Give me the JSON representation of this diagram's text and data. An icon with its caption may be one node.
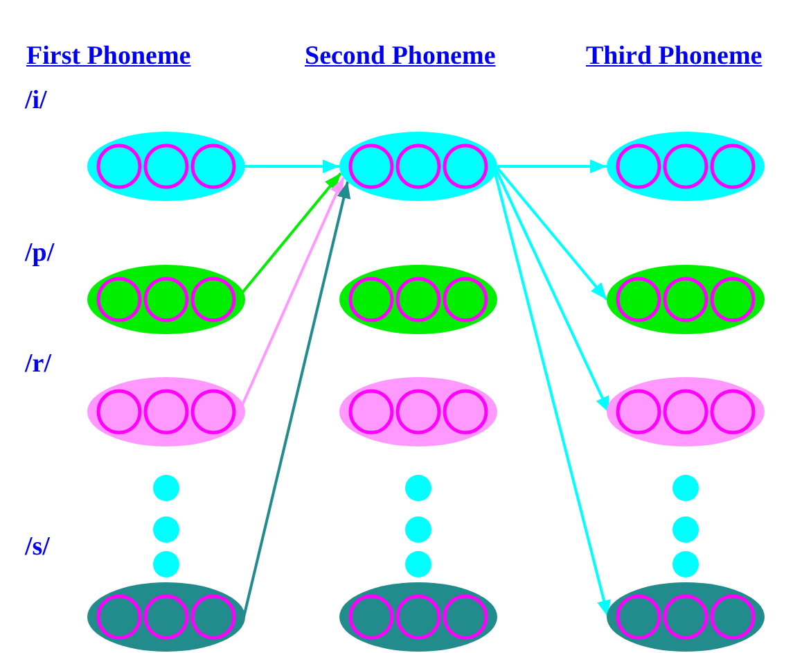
{
  "diagram": {
    "nodes": [
      {
        "text": [],
        "shape": "ellipse"
      },
      {
        "text": [],
        "shape": "ellipse"
      },
      {
        "text": [],
        "shape": "ellipse"
      },
      {
        "text": [],
        "shape": "ellipse"
      },
      {
        "text": [],
        "shape": "ellipse"
      },
      {
        "text": [],
        "shape": "ellipse"
      },
      {
        "text": [],
        "shape": "ellipse"
      },
      {
        "text": [],
        "shape": "ellipse"
      },
      {
        "text": [],
        "shape": "ellipse"
      },
      {
        "text": [],
        "shape": "ellipse"
      },
      {
        "text": [],
        "shape": "ellipse"
      },
      {
        "text": [],
        "shape": "ellipse"
      }
    ],
    "edges": [
      {
        "from": 0,
        "to": 1,
        "arrow": "to"
      },
      {
        "from": 3,
        "to": 1,
        "arrow": "to",
        "color": "#00ee00"
      },
      {
        "from": 6,
        "to": 1,
        "arrow": "to",
        "color": "#ff99ff"
      },
      {
        "from": 9,
        "to": 1,
        "arrow": "to",
        "color": "#228b8b"
      },
      {
        "from": 1,
        "to": 2,
        "arrow": "to"
      },
      {
        "from": 1,
        "to": 5,
        "arrow": "to"
      },
      {
        "from": 1,
        "to": 8,
        "arrow": "to"
      },
      {
        "from": 1,
        "to": 11,
        "arrow": "to"
      }
    ],
    "labels": [
      "First Phoneme",
      "Second Phoneme",
      "Third Phoneme",
      "/i/",
      "/p/",
      "/r/",
      "/s/"
    ]
  }
}
